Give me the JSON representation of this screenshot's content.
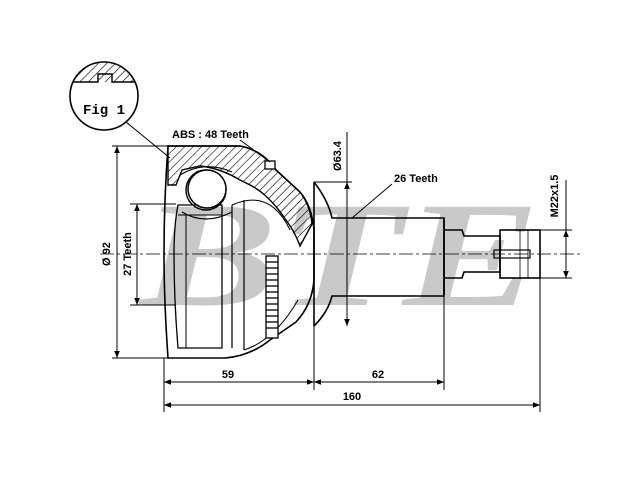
{
  "watermark": {
    "text": "BTE",
    "color": "#c8c8c8"
  },
  "figure": {
    "label": "Fig 1"
  },
  "labels": {
    "abs": "ABS : 48 Teeth",
    "outer_diameter": "Ø 92",
    "inner_teeth": "27 Teeth",
    "seal_diameter": "Ø63.4",
    "shaft_teeth": "26 Teeth",
    "thread": "M22x1.5",
    "length_bell": "59",
    "length_shaft": "62",
    "length_total": "160"
  },
  "colors": {
    "line": "#000000",
    "hatch": "#000000",
    "background": "#ffffff"
  }
}
